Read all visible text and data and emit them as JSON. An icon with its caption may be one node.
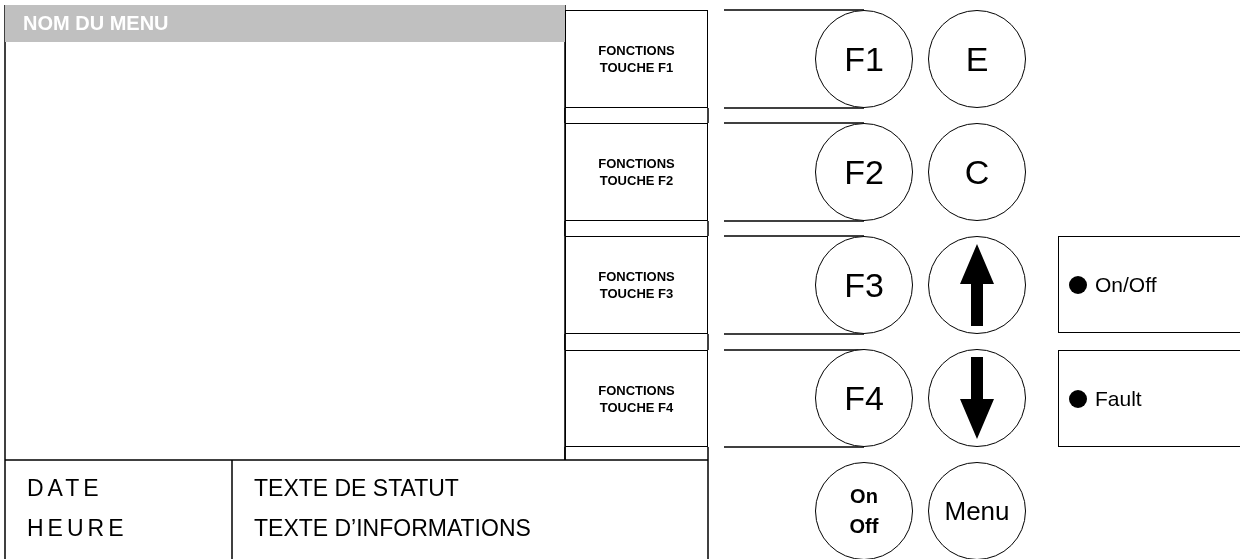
{
  "diagram": {
    "nodes": [
      {
        "text": [
          "NOM DU MENU"
        ]
      },
      {
        "text": [
          "DATE",
          "HEURE"
        ]
      },
      {
        "text": [
          "TEXTE DE STATUT",
          "TEXTE D’INFORMATIONS"
        ]
      },
      {
        "text": [
          "FONCTIONS TOUCHE F1"
        ]
      },
      {
        "text": [
          "FONCTIONS TOUCHE F2"
        ]
      },
      {
        "text": [
          "FONCTIONS TOUCHE F3"
        ]
      },
      {
        "text": [
          "FONCTIONS TOUCHE F4"
        ]
      },
      {
        "text": [
          "F1"
        ]
      },
      {
        "text": [
          "E"
        ]
      },
      {
        "text": [
          "F2"
        ]
      },
      {
        "text": [
          "C"
        ]
      },
      {
        "text": [
          "F3"
        ]
      },
      {
        "text": [],
        "shape": "circle"
      },
      {
        "text": [
          "F4"
        ]
      },
      {
        "text": [],
        "shape": "circle"
      },
      {
        "text": [
          "On Off"
        ]
      },
      {
        "text": [
          "Menu"
        ]
      },
      {
        "text": [
          "On/Off"
        ]
      },
      {
        "text": [
          "Fault"
        ]
      }
    ],
    "edges": []
  }
}
